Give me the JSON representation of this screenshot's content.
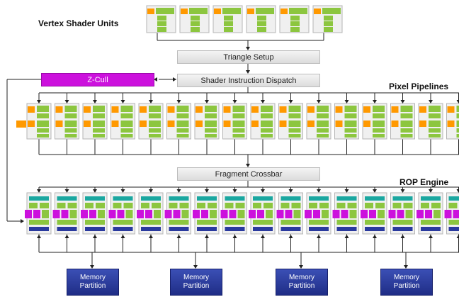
{
  "labels": {
    "vertex": "Vertex Shader Units",
    "pixel": "Pixel Pipelines",
    "rop": "ROP Engine"
  },
  "blocks": {
    "triangle_setup": "Triangle Setup",
    "dispatch": "Shader Instruction Dispatch",
    "zcull": "Z-Cull",
    "crossbar": "Fragment Crossbar"
  },
  "memory": [
    {
      "line1": "Memory",
      "line2": "Partition"
    },
    {
      "line1": "Memory",
      "line2": "Partition"
    },
    {
      "line1": "Memory",
      "line2": "Partition"
    },
    {
      "line1": "Memory",
      "line2": "Partition"
    }
  ],
  "counts": {
    "vertex_units": 6,
    "pixel_pipelines": 16,
    "rop_units": 16
  },
  "colors": {
    "orange": "#ff9900",
    "green": "#8cc63f",
    "teal": "#1aa7a0",
    "magenta": "#cc11dd",
    "navy": "#2a3a9e",
    "unit_bg": "#f0f0f0",
    "line": "#222222"
  }
}
